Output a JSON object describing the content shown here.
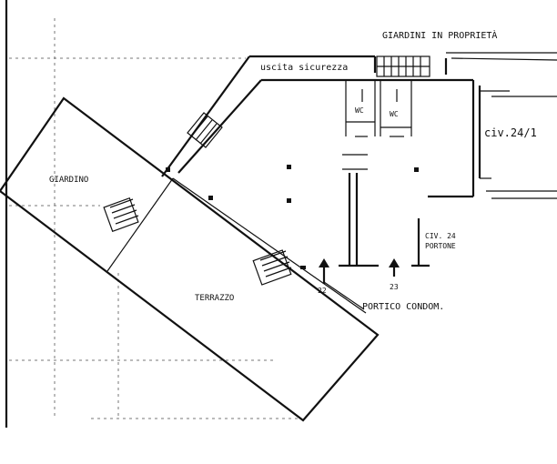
{
  "labels": {
    "giardini_proprieta": "GIARDINI IN PROPRIETÀ",
    "uscita_sicurezza": "uscita sicurezza",
    "wc_1": "WC",
    "wc_2": "WC",
    "civico_24_1": "civ.24/1",
    "giardino": "GIARDINO",
    "terrazzo": "TERRAZZO",
    "civico_24": "CIV. 24",
    "portone": "PORTONE",
    "portico_condominiale": "PORTICO CONDOM.",
    "quota_22": "22",
    "quota_23": "23"
  },
  "colors": {
    "ink": "#111111",
    "paper": "#ffffff",
    "faint": "#777777"
  }
}
